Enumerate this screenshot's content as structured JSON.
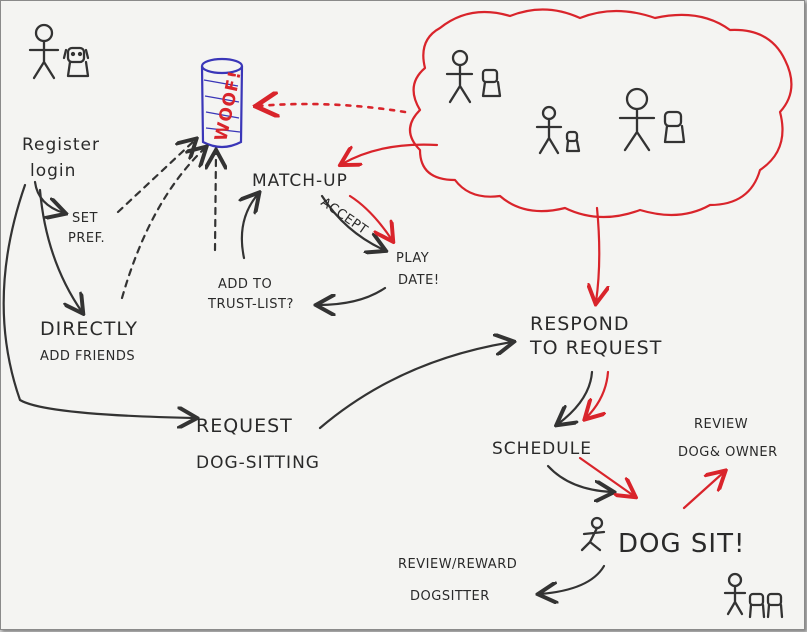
{
  "nodes": {
    "register": [
      "Register",
      "login"
    ],
    "set_pref": [
      "SET",
      "PREF."
    ],
    "directly_add": [
      "DIRECTLY",
      "ADD FRIENDS"
    ],
    "request_dog_sitting": [
      "REQUEST",
      "DOG-SITTING"
    ],
    "match_up": "MATCH-UP",
    "accept": "ACCEPT",
    "play_date": [
      "PLAY",
      "DATE!"
    ],
    "add_trust": [
      "ADD TO",
      "TRUST-LIST?"
    ],
    "respond": [
      "RESPOND",
      "TO REQUEST"
    ],
    "schedule": "SCHEDULE",
    "review_owner": [
      "REVIEW",
      "DOG& OWNER"
    ],
    "dog_sit": "DOG SIT!",
    "review_sitter": [
      "REVIEW/REWARD",
      "DOGSITTER"
    ],
    "database": "WOOF!"
  },
  "colors": {
    "ink": "#333333",
    "accent": "#d9242b",
    "db": "#3a36b8"
  },
  "icons": [
    "stick-figure-icon",
    "dog-icon",
    "database-cylinder-icon",
    "community-cloud-icon"
  ]
}
